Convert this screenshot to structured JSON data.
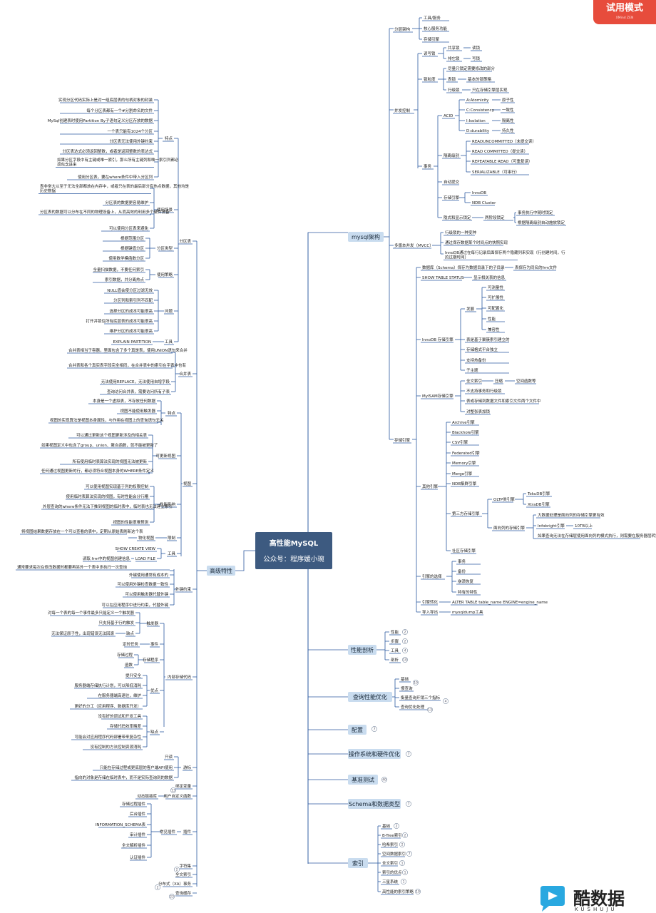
{
  "center": {
    "line1": "高性能MySQL",
    "line2": "公众号：程序媛小琬"
  },
  "trial_badge": {
    "title": "试用模式",
    "sub": "XMind ZEN"
  },
  "watermark": {
    "title": "酷数据",
    "sub": "KUSHUJU"
  },
  "categories": {
    "mysql": {
      "label": "mysql架构"
    },
    "advanced": {
      "label": "高级特性"
    },
    "perf": {
      "label": "性能剖析"
    },
    "query": {
      "label": "查询性能优化"
    },
    "config": {
      "label": "配置"
    },
    "os": {
      "label": "操作系统和硬件优化"
    },
    "bench": {
      "label": "基准测试"
    },
    "schema": {
      "label": "Schema和数据类型"
    },
    "index": {
      "label": "索引"
    }
  },
  "mysql": {
    "l1": {
      "arch": "分层架构",
      "concurrency": "并发控制",
      "mvcc": "多版本并发（MVCC）",
      "storage": "存储引擎"
    },
    "arch_items": [
      "工具/服务",
      "核心服务功能",
      "存储引擎"
    ],
    "concurrency": {
      "lock": "读写锁",
      "shared": "共享锁",
      "read": "读锁",
      "exclusive": "排它锁",
      "write": "写锁",
      "granularity": "锁粒度",
      "g_desc": "尽量只锁定需要修改的部分",
      "table_lock": "表锁",
      "table_desc": "基本的锁策略",
      "row_lock": "行级锁",
      "row_desc": "只在存储引擎层实现",
      "txn": "事务",
      "acid": "ACID",
      "atomicity": "A:Atomicity",
      "atomicity_cn": "原子性",
      "consistency": "C:Consistency",
      "consistency_cn": "一致性",
      "isolation": "I:Isolation",
      "isolation_cn": "隔离性",
      "durability": "D:durability",
      "durability_cn": "持久性",
      "isolation_level": "隔离级别",
      "levels": [
        "READUNCOMMITTED（未提交读）",
        "READ COMMITTED（提交读）",
        "REPEATABLE READ（可重复读）",
        "SERIALIZABLE（可串行）"
      ],
      "autocommit": "自动提交",
      "engine": "存储引擎",
      "innodb": "InnoDB",
      "ndb": "NDB Cluster",
      "implicit": "隐式和显示锁定",
      "twophase": "两阶段锁定",
      "twophase_a": "事务执行中随时锁定",
      "twophase_b": "根据隔离级别自动施放锁定"
    },
    "mvcc_items": [
      "行级锁的一种变种",
      "通过保存数据某个时间点的快照实现",
      "InnoDB通过在每行记录后面保存两个隐藏列来实现（行创建时间，行的过期时间）"
    ],
    "storage": {
      "db_schema": "数据库（Schema）保存为数据目录下的子目录",
      "db_schema_b": "表保存为同名的frm文件",
      "show_status": "SHOW TABLE STATUS",
      "show_status_b": "显示相关表的信息",
      "innodb": "InnoDB 存储引擎",
      "develop": "发展",
      "develop_items": [
        "可测量性",
        "可扩展性",
        "可配置化",
        "性能",
        "兼容性"
      ],
      "innodb_items": [
        "表是基于聚簇索引建立的",
        "存储格式平台独立",
        "支持热备份",
        "子主题"
      ],
      "myisam": "MyISAM存储引擎",
      "myisam_a": "全文索引",
      "myisam_a2": "压缩",
      "myisam_a3": "空间函数等",
      "myisam_b": "不支持事务和行级锁",
      "myisam_c": "表或存储到数据文件和索引文件两个文件中",
      "myisam_d": "对整张表加锁",
      "other": "其他引擎",
      "other_items": [
        "Archive引擎",
        "Blackhole引擎",
        "CSV引擎",
        "Federated引擎",
        "Memory引擎",
        "Merge引擎",
        "NDB集群引擎"
      ],
      "third": "第三方存储引擎",
      "oltp": "OLTP类引擎",
      "tokudb": "TokuDB引擎",
      "xtradb": "XtraDB引擎",
      "column": "面向列的存储引擎",
      "column_a": "大数据处理是面向列的存储引擎更有效",
      "infobright": "Infobright引擎",
      "infobright_b": "10TB以上",
      "column_c": "如果查询无法在存储层使用面向列的模式执行，则需要在服务器层转换成按行处理",
      "community": "社区存储引擎",
      "choose": "引擎的选择",
      "choose_items": [
        "事务",
        "备份",
        "崩溃恢复",
        "特有的特性"
      ],
      "convert": "引擎转化",
      "convert_b": "ALTER TABLE table_name ENGINE=engine_name",
      "import": "导入导出",
      "import_b": "mysqldump工具"
    }
  },
  "advanced": {
    "partition": {
      "label": "分区表",
      "feature": "特点",
      "feature_items": [
        "实现分区代码实际上是对一组底层表的句柄对象的封装",
        "每个分区表都有一个#分割命名的文件",
        "MySql创建表时使用Partition By子语句定义分区存放的数据",
        "一个表只能有1024个分区",
        "分区表无法使用外键约束",
        "分区表达式必须返回整数，或者是返回整数的表达式",
        "如果分区字段中有主键或唯一索引，那么所有主键列和唯一索引列都必须包含进来",
        "使用分区表，要在where条件中带入分区列"
      ],
      "scene": "使用场景",
      "scene_items": [
        "表非常大以至于无法全部都放在内存中，或者只在表的最后部分有热点数据，其他均是历史数据",
        "分区表的数据更容易维护",
        "分区表的数据可以分布在不同的物理设备上，从而高效的利用多个硬件设备",
        "可以使用分区表来避免"
      ],
      "type": "分区类型",
      "type_items": [
        "根据范围分区",
        "根据键值分区",
        "使用数学模函数分区"
      ],
      "strategy": "使用策略",
      "strategy_items": [
        "全量扫描数据，不要任何索引",
        "索引数据，并分离热点"
      ],
      "problem": "问题",
      "problem_items": [
        "NULL值会使分区过滤无效",
        "分区列和索引列不匹配",
        "选择分区的成本可能很高",
        "打开并锁住所有底层表的成本可能很高",
        "维护分区的成本可能很高"
      ],
      "tool": "工具",
      "tool_b": "EXPLAIN PARTITION"
    },
    "merge": {
      "label": "合并表",
      "items": [
        "合并表相当于容器，里面包含了多个真是表，使用UNION语句来合并",
        "合并表和各个真实表字段完全相同，在合并表中的索引在字表中也有",
        "无法使用REPLACE，无法使用自增字段",
        "查询访问合并表，需要访问所有子表"
      ]
    },
    "view": {
      "label": "视图",
      "feature": "特点",
      "feature_items": [
        "本身是一个虚拟表，不存放任何数据",
        "视图不能使用触发器",
        "视图的实现算法是视图本身属性，与作用在视图上的查询语句无关"
      ],
      "update": "可更新视图",
      "update_items": [
        "可以通过更新这个视图更新涉及的相关表",
        "如果视图定义中包含了group、union、聚合函数，就不能被更新了",
        "所有使用临时表算法实现的视图无法被更新",
        "任何通过视图更新的行，都必须符合视图本身的WHERE条件定义"
      ],
      "perf": "性能影响",
      "perf_items": [
        "可以使用视图实现基于列的权限控制",
        "使用临时表算法实现的视图，有时性能会分行糟",
        "外层查询的where条件无法下推到视图的临时表中，临时表也无法建立索引",
        "视图的性能很难预测"
      ],
      "limit": "限制",
      "limit_b": "物化视图",
      "limit_desc": "将视图结果数据存放在一个可以查看的表中，定期从原始表刷新这个表",
      "tool": "工具",
      "tool_items": [
        "SHOW CREATE VIEW",
        "LOAD FILE"
      ],
      "tool_c": "读取.frm中的视图创建信息"
    },
    "fk": {
      "label": "外键约束",
      "items": [
        "通常要求每次在修改数据时都要再另外一个表中多执行一次查询",
        "外键使用通常有成本的",
        "可以使用外键检查数据一致性",
        "可以使用触发器代替外键",
        "可以在应用程序中进行约束，代替外键"
      ]
    },
    "code": {
      "label": "内部存储代码",
      "trigger": "触发器",
      "trigger_items": [
        "对每一个表的每一个事件最多只能定义一个触发器",
        "只支持基于行的触发"
      ],
      "trigger_cons": "缺点",
      "trigger_cons_b": "无法保证原子性，出现错误无法回滚",
      "event": "事件",
      "event_b": "定时任务",
      "proc": "存储程序",
      "proc_items": [
        "存储过程",
        "函数"
      ],
      "pros": "优点",
      "pros_items": [
        "提升安全",
        "服务器端存储执行计划，可以降低消耗",
        "在服务器端高速往，维护",
        "更好的分工（应用程序、数据库开发）"
      ],
      "cons": "缺点",
      "cons_items": [
        "没有好的调试和开发工具",
        "存储代码效率略差",
        "可能会对应用程序代码部署带来复杂性",
        "没有控制的方法控制资源消耗"
      ]
    },
    "cursor": {
      "label": "游标",
      "items": [
        "只读",
        "只能在存储过程或更底层的客户端API使用",
        "指向的对象是存储在临时表中，而不是实际查询到的数据"
      ]
    },
    "binding": {
      "label": "绑定变量"
    },
    "udf": {
      "label": "用户自定义函数",
      "dynamic": "动态链接库"
    },
    "plugin": {
      "label": "插件",
      "common": "常见插件",
      "items": [
        "存储过程插件",
        "后台插件",
        "INFORMATION_SCHEMA表",
        "审计插件",
        "全文解析插件",
        "认证插件"
      ]
    },
    "tail_items": [
      "字符集",
      "全文索引",
      "分布式（XA）事务",
      "查询缓存"
    ]
  },
  "perf": {
    "items": [
      "性能",
      "步骤",
      "工具",
      "剖析"
    ]
  },
  "query": {
    "items": [
      "基础",
      "慢查询",
      "衡量查询开销三个指标",
      "查询优化处理"
    ]
  },
  "index": {
    "items": [
      "基础",
      "B-Tree索引",
      "哈希索引",
      "空间数据索引",
      "全文索引",
      "索引的优点",
      "三星系统",
      "高性能的索引策略"
    ]
  },
  "badges": {
    "perf": [
      "2",
      "2",
      "4",
      "10"
    ],
    "query": [
      "10",
      "",
      "",
      "13"
    ],
    "query_side": "4",
    "config": "7",
    "os": "7",
    "bench": "40",
    "schema": "7",
    "index": [
      "2",
      "2",
      "2",
      "7",
      "1",
      "1",
      "1",
      "10"
    ],
    "adv_tail": [
      "13",
      "2",
      "2",
      "23"
    ]
  }
}
